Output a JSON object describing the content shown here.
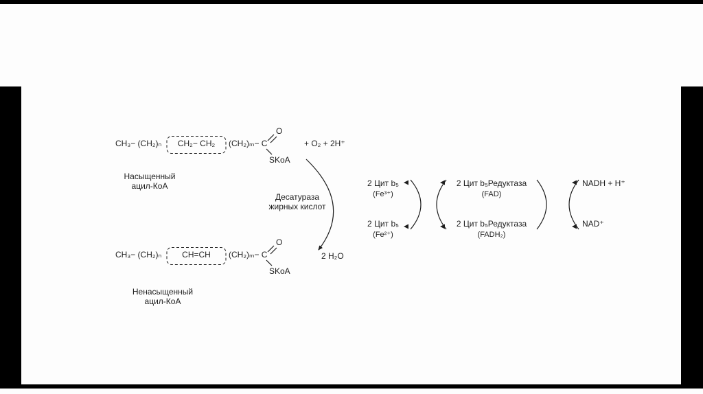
{
  "colors": {
    "background": "#fdfdfd",
    "letterbox": "#000000",
    "ink": "#1e1e1e"
  },
  "diagram": {
    "saturated": {
      "chain_start": "CH₃− (CH₂)ₙ",
      "boxed_group": "CH₂− CH₂",
      "chain_end": "(CH₂)ₘ− C",
      "carbonyl_o": "O",
      "thioester": "SKoA",
      "cosubstrate": "+  O₂ + 2H⁺",
      "name_line1": "Насыщенный",
      "name_line2": "ацил-КоА"
    },
    "unsaturated": {
      "chain_start": "CH₃− (CH₂)ₙ",
      "boxed_group": "CH=CH",
      "chain_end": "(CH₂)ₘ− C",
      "carbonyl_o": "O",
      "thioester": "SKoA",
      "name_line1": "Ненасыщенный",
      "name_line2": "ацил-КоА"
    },
    "enzyme_line1": "Десатураза",
    "enzyme_line2": "жирных кислот",
    "water": "2 H₂O",
    "cytb5_ox_line1": "2 Цит b₅",
    "cytb5_ox_line2": "(Fe³⁺)",
    "cytb5_red_line1": "2 Цит b₅",
    "cytb5_red_line2": "(Fe²⁺)",
    "reductase_ox_line1": "2 Цит b₅Редуктаза",
    "reductase_ox_line2": "(FAD)",
    "reductase_red_line1": "2 Цит b₅Редуктаза",
    "reductase_red_line2": "(FADH₂)",
    "nadh": "NADH + H⁺",
    "nad": "NAD⁺"
  }
}
